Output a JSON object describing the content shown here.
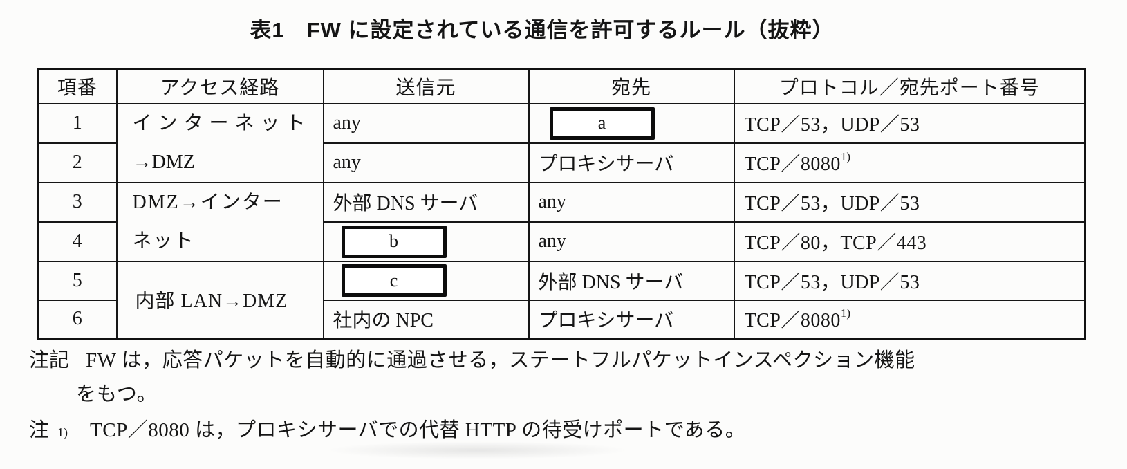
{
  "title": "表1　FW に設定されている通信を許可するルール（抜粋）",
  "table": {
    "headers": [
      "項番",
      "アクセス経路",
      "送信元",
      "宛先",
      "プロトコル／宛先ポート番号"
    ],
    "groups": [
      {
        "route_lines": [
          "インターネット",
          "→DMZ"
        ]
      },
      {
        "route_lines": [
          "DMZ→インター",
          "ネット"
        ]
      },
      {
        "route_line": "内部 LAN→DMZ"
      }
    ],
    "rows": [
      {
        "no": "1",
        "source": "any",
        "dest_blank": "a",
        "protocol": "TCP／53，UDP／53"
      },
      {
        "no": "2",
        "source": "any",
        "dest": "プロキシサーバ",
        "protocol": "TCP／8080",
        "protocol_sup": "1)"
      },
      {
        "no": "3",
        "source": "外部 DNS サーバ",
        "dest": "any",
        "protocol": "TCP／53，UDP／53"
      },
      {
        "no": "4",
        "source_blank": "b",
        "dest": "any",
        "protocol": "TCP／80，TCP／443"
      },
      {
        "no": "5",
        "source_blank": "c",
        "dest": "外部 DNS サーバ",
        "protocol": "TCP／53，UDP／53"
      },
      {
        "no": "6",
        "source": "社内の NPC",
        "dest": "プロキシサーバ",
        "protocol": "TCP／8080",
        "protocol_sup": "1)"
      }
    ]
  },
  "notes": {
    "note1": {
      "label": "注記",
      "line1": "FW は，応答パケットを自動的に通過させる，ステートフルパケットインスペクション機能",
      "line2": "をもつ。"
    },
    "note2": {
      "label": "注",
      "sup": "1)",
      "text": "TCP／8080 は，プロキシサーバでの代替 HTTP の待受けポートである。"
    }
  }
}
